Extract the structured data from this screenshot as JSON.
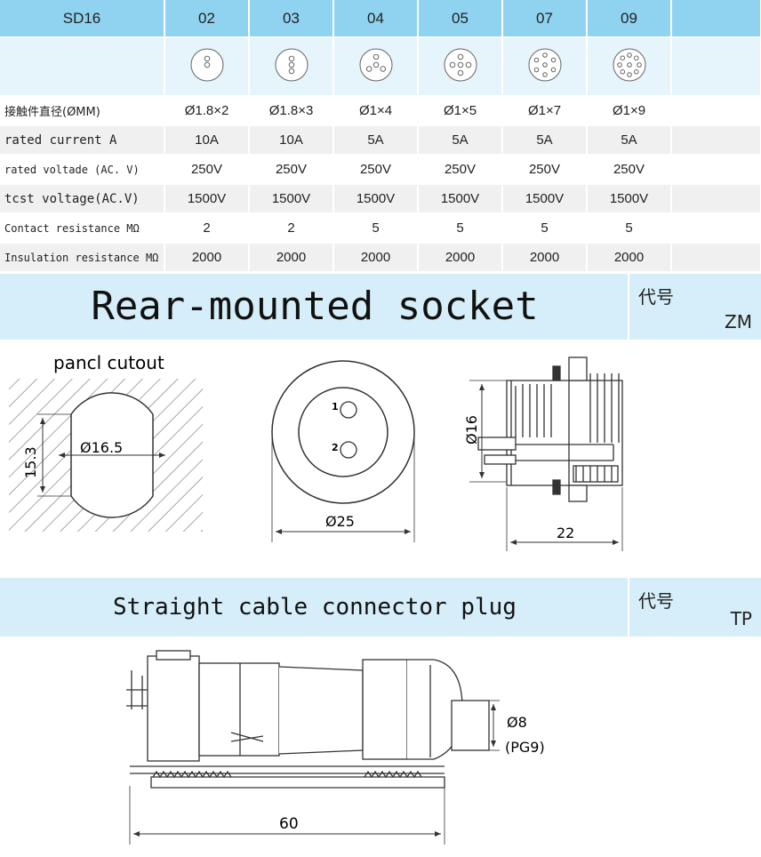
{
  "spec_table": {
    "header": [
      "SD16",
      "02",
      "03",
      "04",
      "05",
      "07",
      "09"
    ],
    "pin_counts": [
      2,
      3,
      4,
      5,
      7,
      9
    ],
    "rows": [
      {
        "label": "接触件直径(ØMM)",
        "values": [
          "Ø1.8×2",
          "Ø1.8×3",
          "Ø1×4",
          "Ø1×5",
          "Ø1×7",
          "Ø1×9"
        ]
      },
      {
        "label": "rated current A",
        "values": [
          "10A",
          "10A",
          "5A",
          "5A",
          "5A",
          "5A"
        ]
      },
      {
        "label": "rated voltade (AC. V)",
        "values": [
          "250V",
          "250V",
          "250V",
          "250V",
          "250V",
          "250V"
        ]
      },
      {
        "label": "tcst voltage(AC.V)",
        "values": [
          "1500V",
          "1500V",
          "1500V",
          "1500V",
          "1500V",
          "1500V"
        ]
      },
      {
        "label": "Contact resistance MΩ",
        "values": [
          "2",
          "2",
          "5",
          "5",
          "5",
          "5"
        ]
      },
      {
        "label": "Insulation resistance MΩ",
        "values": [
          "2000",
          "2000",
          "2000",
          "2000",
          "2000",
          "2000"
        ]
      }
    ]
  },
  "socket_section": {
    "title": "Rear-mounted socket",
    "code_label": "代号",
    "code": "ZM"
  },
  "socket_drawing": {
    "panel_cutout_label": "pancl cutout",
    "cutout_diameter": "Ø16.5",
    "cutout_flat": "15.3",
    "face_diameter": "Ø25",
    "pin_1": "1",
    "pin_2": "2",
    "side_diameter": "Ø16",
    "side_length": "22"
  },
  "plug_section": {
    "title": "Straight cable connector plug",
    "code_label": "代号",
    "code": "TP"
  },
  "plug_drawing": {
    "cable_diameter": "Ø8",
    "gland": "(PG9)",
    "length": "60"
  },
  "colors": {
    "header_blue": "#8fd3f0",
    "light_blue": "#e6f4fc",
    "banner_blue": "#d6eef9",
    "row_gray": "#f0f0f0",
    "line": "#333333"
  }
}
